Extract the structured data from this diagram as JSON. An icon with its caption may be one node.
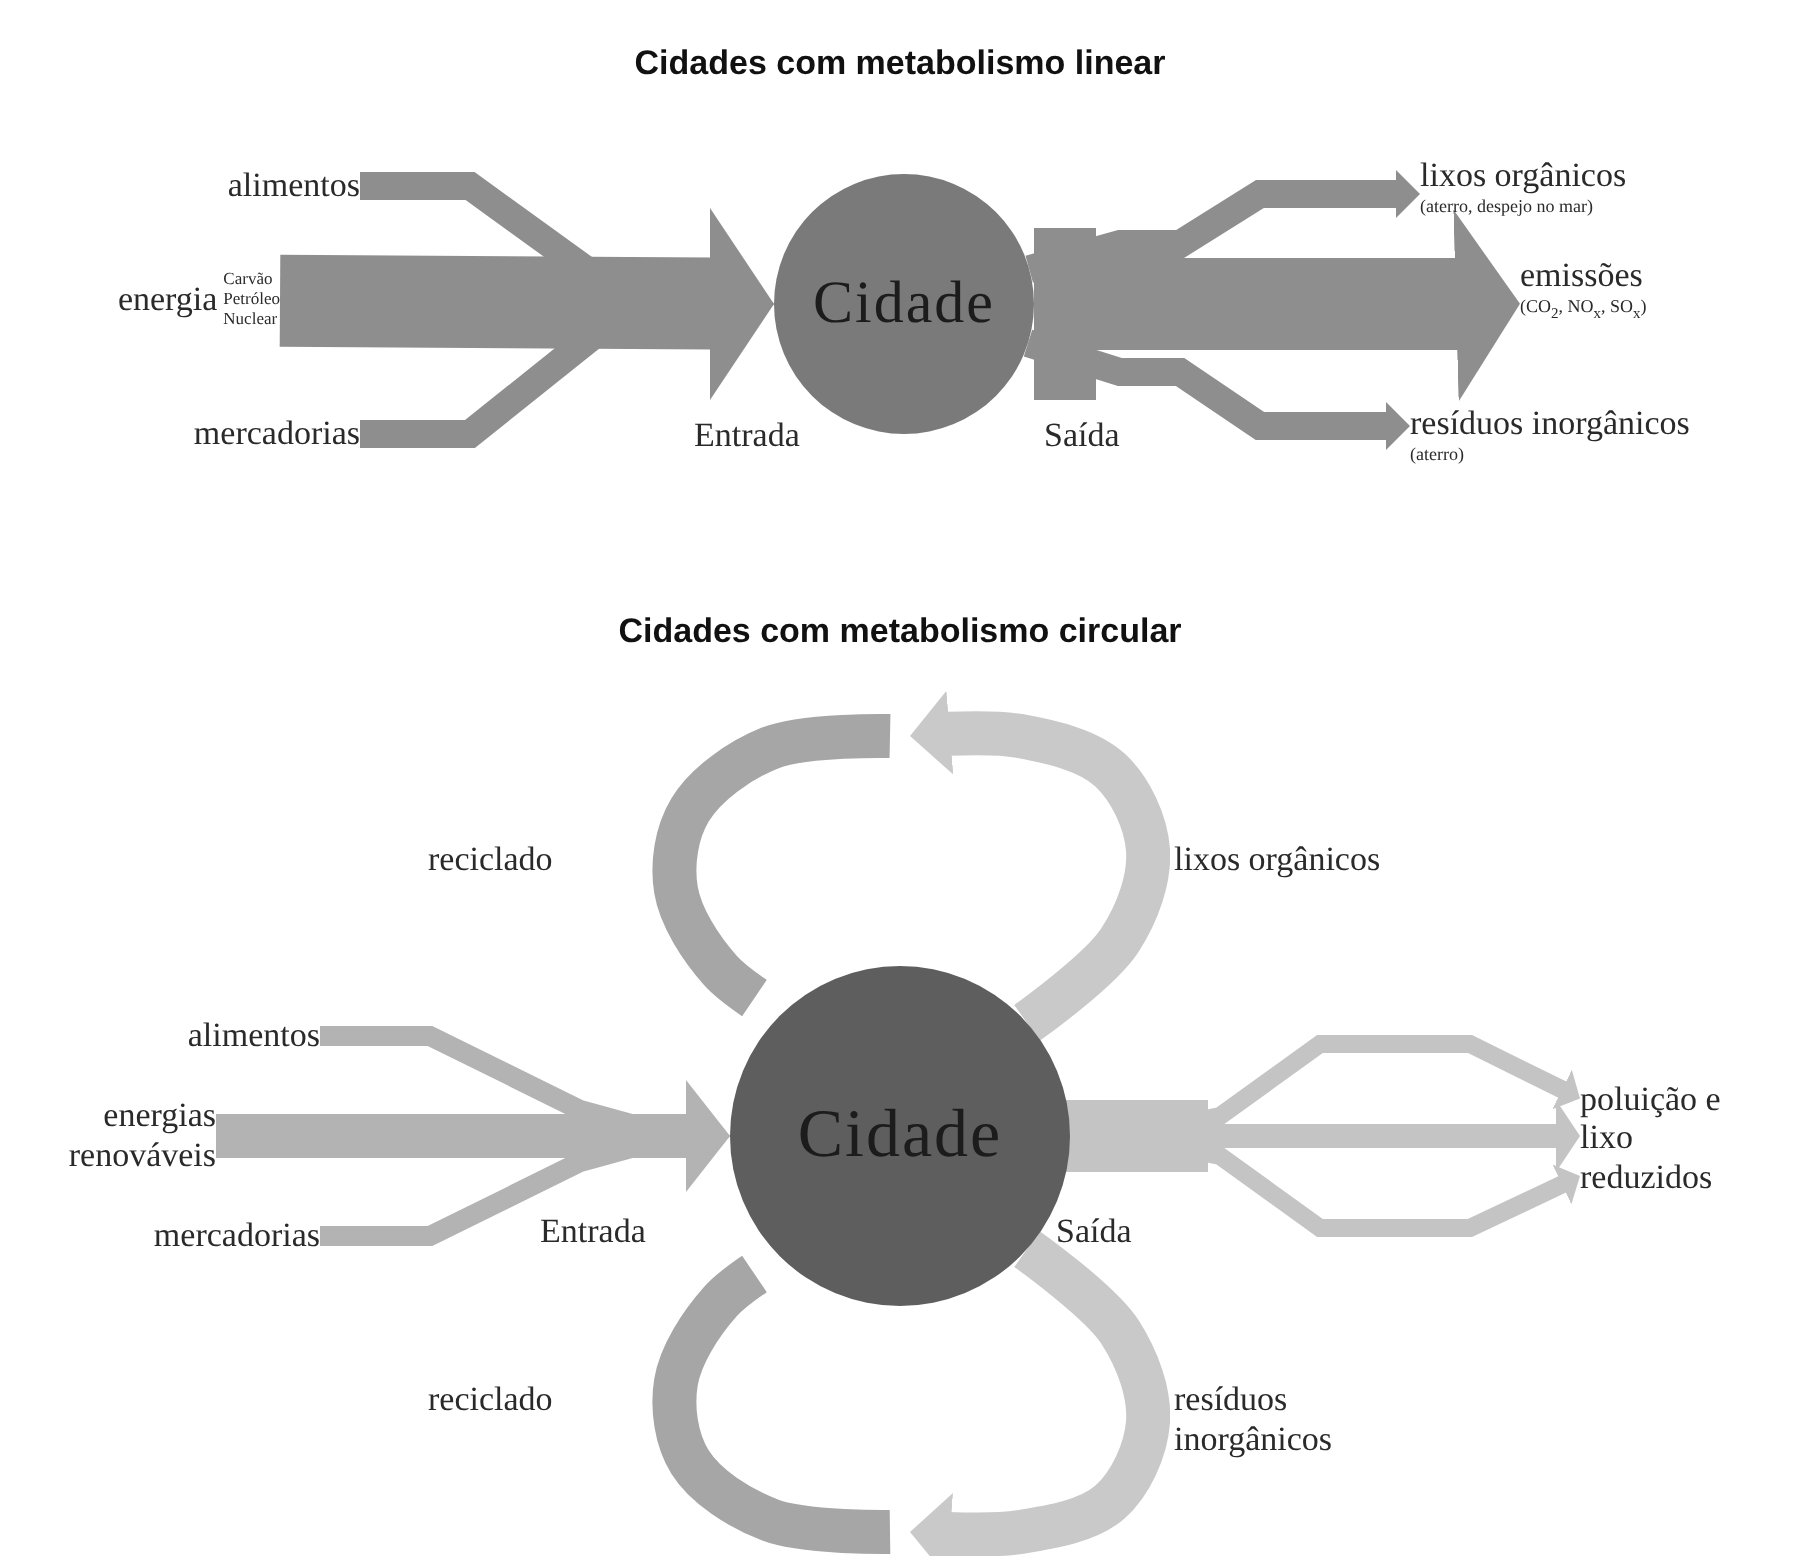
{
  "diagram": {
    "title": "Cidades com metabolismo linear",
    "nodes": [
      {
        "text": [
          "Cidade"
        ]
      },
      {
        "text": [
          "alimentos"
        ]
      },
      {
        "text": [
          "energia",
          "Carvão Petróleo Nuclear"
        ]
      },
      {
        "text": [
          "mercadorias"
        ]
      },
      {
        "text": [
          "lixos orgânicos",
          "(aterro, despejo no mar)"
        ]
      },
      {
        "text": [
          "emissões",
          "(CO$_{2}$, NO$_{x}$, SO$_{x}$)"
        ]
      },
      {
        "text": [
          "resíduos inorgânicos",
          "(aterro)"
        ]
      },
      {
        "text": [
          "Cidade"
        ]
      },
      {
        "text": [
          "alimentos"
        ]
      },
      {
        "text": [
          "energias renováveis"
        ]
      },
      {
        "text": [
          "mercadorias"
        ]
      },
      {
        "text": [
          "poluição e lixo reduzidos"
        ]
      }
    ],
    "edges": [
      {
        "from": 1,
        "to": 0,
        "arrow": "to"
      },
      {
        "from": 2,
        "to": 0,
        "arrow": "to"
      },
      {
        "from": 3,
        "to": 0,
        "arrow": "to"
      },
      {
        "from": 0,
        "to": 4,
        "arrow": "to"
      },
      {
        "from": 0,
        "to": 5,
        "arrow": "to"
      },
      {
        "from": 0,
        "to": 6,
        "arrow": "to"
      },
      {
        "from": 8,
        "to": 7,
        "arrow": "to"
      },
      {
        "from": 9,
        "to": 7,
        "arrow": "to"
      },
      {
        "from": 10,
        "to": 7,
        "arrow": "to"
      },
      {
        "from": 7,
        "to": 11,
        "arrow": "to"
      },
      {
        "from": 7,
        "to": 11,
        "arrow": "to"
      },
      {
        "from": 7,
        "to": 11,
        "arrow": "to"
      },
      {
        "from": 7,
        "to": null,
        "arrow": "to",
        "label": "lixos orgânicos"
      },
      {
        "from": null,
        "to": 7,
        "arrow": "to",
        "label": "reciclado"
      },
      {
        "from": 7,
        "to": null,
        "arrow": "to",
        "label": "resíduos inorgânicos"
      },
      {
        "from": null,
        "to": 7,
        "arrow": "to",
        "label": "reciclado"
      }
    ],
    "labels": [
      "Entrada",
      "Saída",
      "Cidades com metabolismo circular",
      "Entrada",
      "Saída"
    ]
  }
}
